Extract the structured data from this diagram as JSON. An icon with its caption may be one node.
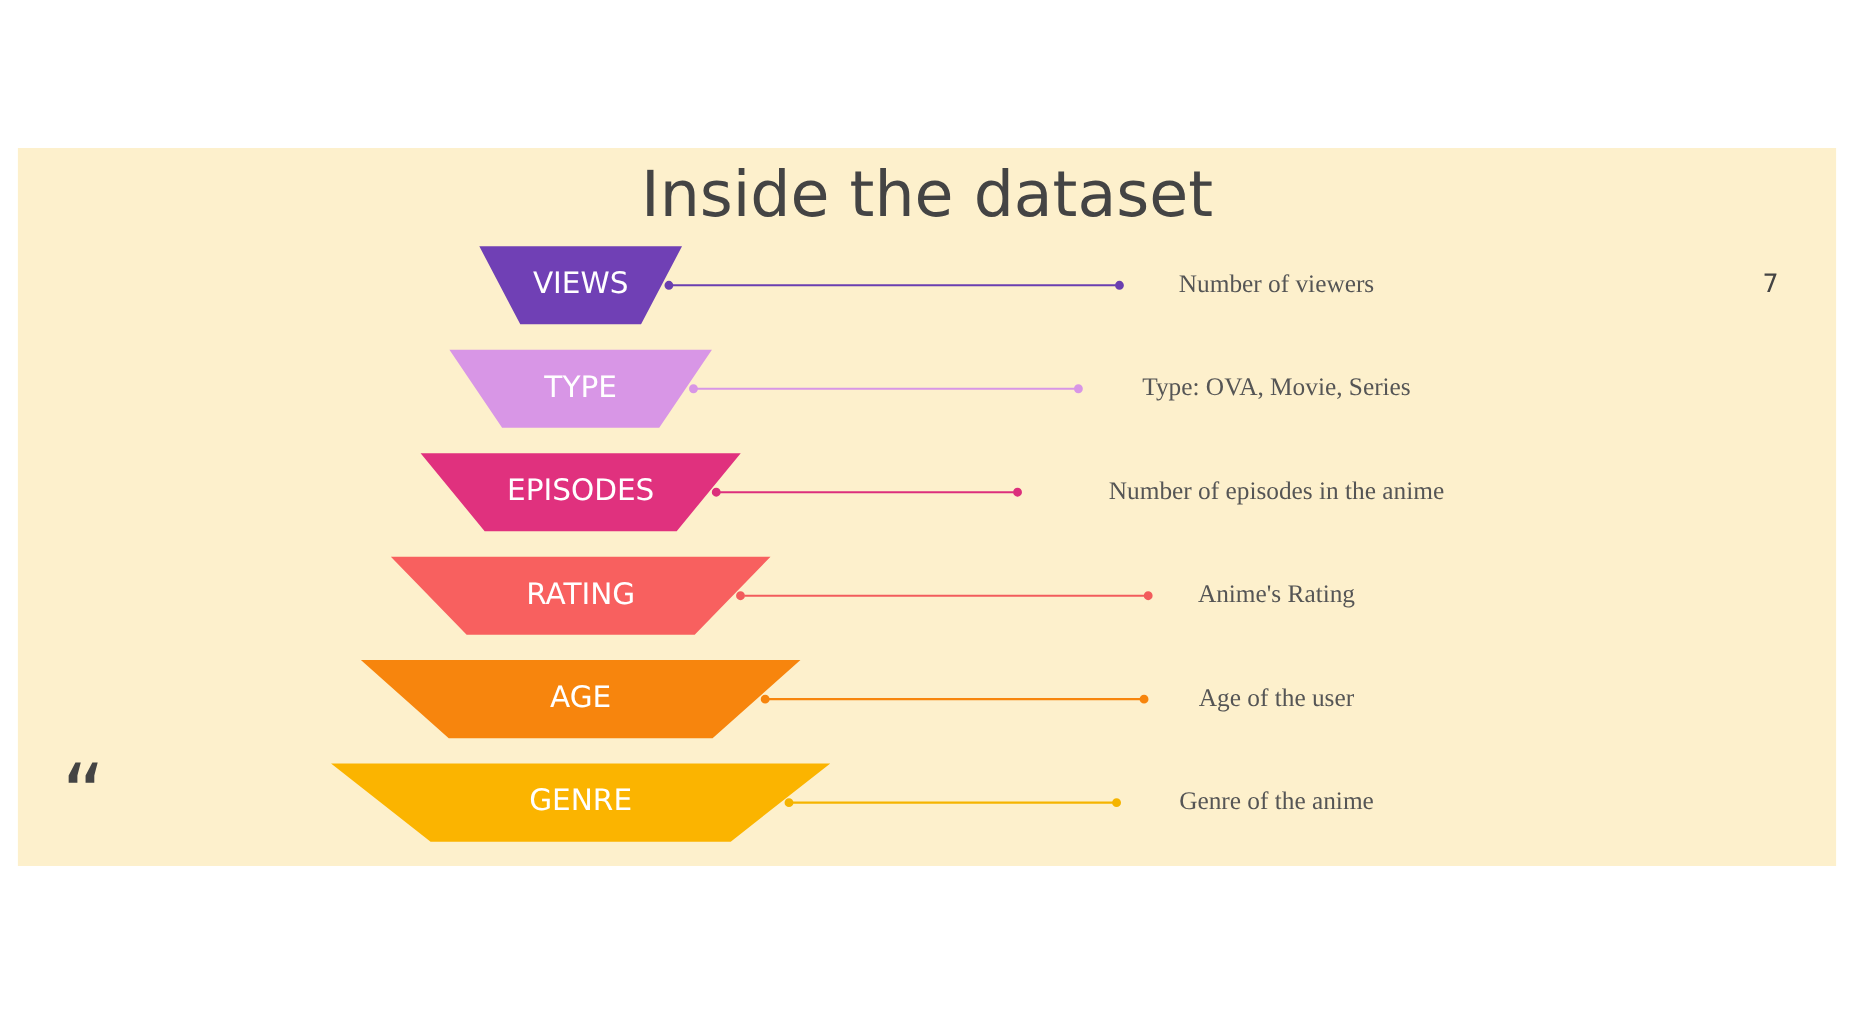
{
  "diagram": {
    "title": "Inside the dataset",
    "nodes": [
      {
        "text": [
          "GENRE"
        ]
      },
      {
        "text": [
          "Genre of the anime"
        ]
      },
      {
        "text": [
          "AGE"
        ]
      },
      {
        "text": [
          "Age of the user"
        ]
      },
      {
        "text": [
          "RATING"
        ]
      },
      {
        "text": [
          "Anime's Rating"
        ]
      },
      {
        "text": [
          "EPISODES"
        ]
      },
      {
        "text": [
          "Number of episodes in the anime"
        ]
      },
      {
        "text": [
          "TYPE"
        ]
      },
      {
        "text": [
          "Type: OVA, Movie, Series"
        ]
      },
      {
        "text": [
          "VIEWS"
        ]
      },
      {
        "text": [
          "Number of viewers"
        ]
      }
    ],
    "edges": [
      {
        "from": 0,
        "to": 1,
        "arrow": "other",
        "color": "#f5b400"
      },
      {
        "from": 2,
        "to": 3,
        "arrow": "other",
        "color": "#f7850d"
      },
      {
        "from": 4,
        "to": 5,
        "arrow": "other",
        "color": "#f25c5c"
      },
      {
        "from": 6,
        "to": 7,
        "arrow": "other",
        "color": "#dc2f7c"
      },
      {
        "from": 8,
        "to": 9,
        "arrow": "other",
        "color": "#d896e6"
      },
      {
        "from": 10,
        "to": 11,
        "arrow": "other",
        "color": "#6a3fb0"
      }
    ],
    "labels": [
      "“",
      "7"
    ]
  }
}
